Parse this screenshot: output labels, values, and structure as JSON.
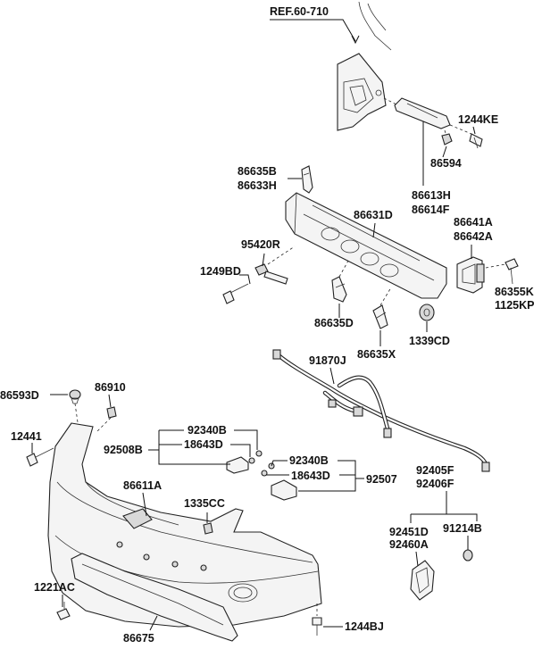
{
  "labels": {
    "ref": "REF.60-710",
    "p1244KE": "1244KE",
    "p86594": "86594",
    "p86613H": "86613H",
    "p86614F": "86614F",
    "p86635B": "86635B",
    "p86633H": "86633H",
    "p86631D": "86631D",
    "p86641A": "86641A",
    "p86642A": "86642A",
    "p95420R": "95420R",
    "p1249BD": "1249BD",
    "p86355K": "86355K",
    "p1125KP": "1125KP",
    "p86635D": "86635D",
    "p86635X": "86635X",
    "p1339CD": "1339CD",
    "p91870J": "91870J",
    "p86593D": "86593D",
    "p86910": "86910",
    "p12441": "12441",
    "p92340B_a": "92340B",
    "p92508B": "92508B",
    "p18643D_a": "18643D",
    "p92340B_b": "92340B",
    "p18643D_b": "18643D",
    "p92507": "92507",
    "p92405F": "92405F",
    "p92406F": "92406F",
    "p86611A": "86611A",
    "p1335CC": "1335CC",
    "p92451D": "92451D",
    "p92460A": "92460A",
    "p91214B": "91214B",
    "p1221AC": "1221AC",
    "p1244BJ": "1244BJ",
    "p86675": "86675"
  }
}
